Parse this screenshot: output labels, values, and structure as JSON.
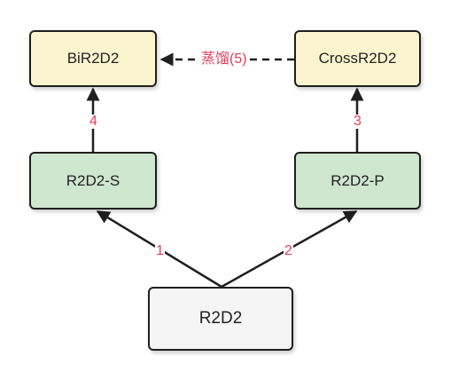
{
  "nodes": {
    "bir2d2": "BiR2D2",
    "crossr2d2": "CrossR2D2",
    "r2d2_s": "R2D2-S",
    "r2d2_p": "R2D2-P",
    "r2d2": "R2D2"
  },
  "edges": {
    "e1": "1",
    "e2": "2",
    "e3": "3",
    "e4": "4",
    "e5": "蒸馏(5)"
  },
  "colors": {
    "yellow_fill": "#fbf5cf",
    "green_fill": "#cfe6cf",
    "gray_fill": "#f5f5f5",
    "label_color": "#e53c5c",
    "line_color": "#1f1f1f"
  }
}
